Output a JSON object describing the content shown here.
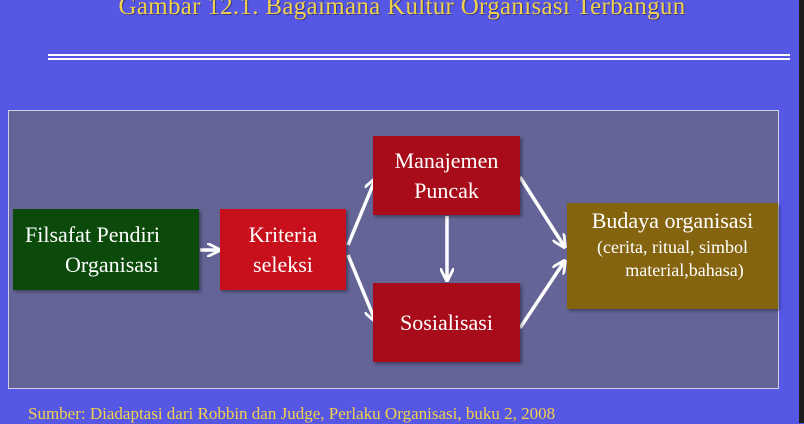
{
  "slide": {
    "title": "Gambar  12.1. Bagaimana  Kultur Organisasi Terbangun",
    "source": "Sumber:  Diadaptasi dari Robbin dan Judge, Perlaku Organisasi, buku 2, 2008"
  },
  "nodes": {
    "founder": {
      "line1": "Filsafat Pendiri",
      "line2": "Organisasi"
    },
    "criteria": {
      "line1": "Kriteria",
      "line2": "seleksi"
    },
    "top_management": {
      "line1": "Manajemen",
      "line2": "Puncak"
    },
    "socialization": {
      "line1": "Sosialisasi"
    },
    "culture": {
      "title": "Budaya organisasi",
      "line2": "(cerita, ritual, simbol",
      "line3": "material,bahasa)"
    }
  },
  "colors": {
    "background": "#5757e6",
    "panel": "#646497",
    "title_text": "#f2d14a",
    "founder_box": "#0b4a0b",
    "criteria_box": "#c8101c",
    "management_box": "#a80c1a",
    "culture_box": "#84640f",
    "arrow": "#ffffff"
  }
}
